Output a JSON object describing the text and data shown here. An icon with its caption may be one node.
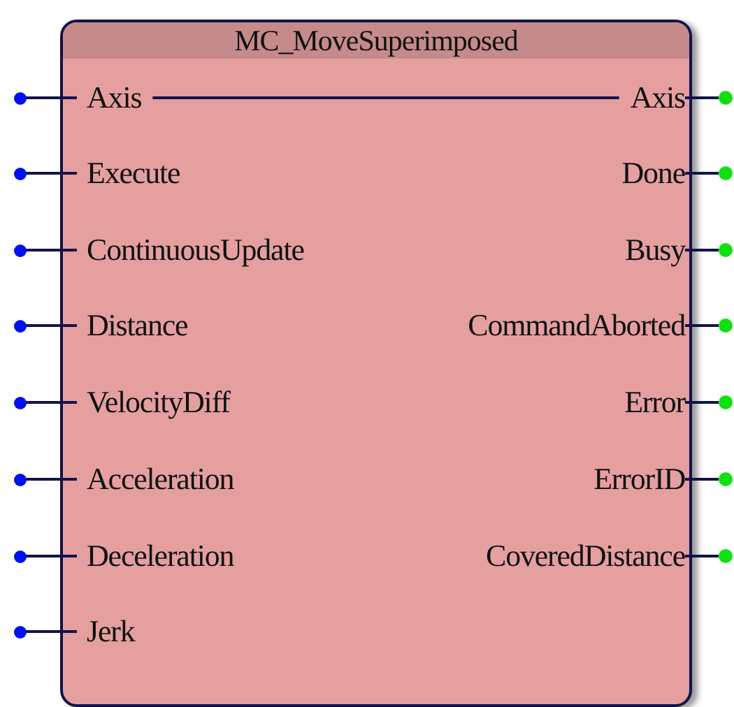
{
  "diagram": {
    "nodes": [
      {
        "text": [
          "MC_MoveSuperimposed"
        ]
      },
      {
        "text": [
          "Axis"
        ],
        "in": 0
      },
      {
        "text": [
          "Execute"
        ],
        "in": 0
      },
      {
        "text": [
          "ContinuousUpdate"
        ],
        "in": 0
      },
      {
        "text": [
          "Distance"
        ],
        "in": 0
      },
      {
        "text": [
          "VelocityDiff"
        ],
        "in": 0
      },
      {
        "text": [
          "Acceleration"
        ],
        "in": 0
      },
      {
        "text": [
          "Deceleration"
        ],
        "in": 0
      },
      {
        "text": [
          "Jerk"
        ],
        "in": 0
      },
      {
        "text": [
          "Axis"
        ],
        "in": 0
      },
      {
        "text": [
          "Done"
        ],
        "in": 0
      },
      {
        "text": [
          "Busy"
        ],
        "in": 0
      },
      {
        "text": [
          "CommandAborted"
        ],
        "in": 0
      },
      {
        "text": [
          "Error"
        ],
        "in": 0
      },
      {
        "text": [
          "ErrorID"
        ],
        "in": 0
      },
      {
        "text": [
          "CoveredDistance"
        ],
        "in": 0
      },
      {
        "text": [],
        "shape": "circle"
      },
      {
        "text": [],
        "shape": "circle"
      },
      {
        "text": [],
        "shape": "circle"
      },
      {
        "text": [],
        "shape": "circle"
      },
      {
        "text": [],
        "shape": "circle"
      },
      {
        "text": [],
        "shape": "circle"
      },
      {
        "text": [],
        "shape": "circle"
      },
      {
        "text": [],
        "shape": "circle"
      },
      {
        "text": [],
        "shape": "circle"
      },
      {
        "text": [],
        "shape": "circle"
      },
      {
        "text": [],
        "shape": "circle"
      },
      {
        "text": [],
        "shape": "circle"
      },
      {
        "text": [],
        "shape": "circle"
      },
      {
        "text": [],
        "shape": "circle"
      },
      {
        "text": [],
        "shape": "circle"
      }
    ],
    "edges": [
      {
        "from": 16,
        "to": 1,
        "arrow": "none"
      },
      {
        "from": 17,
        "to": 2,
        "arrow": "none"
      },
      {
        "from": 18,
        "to": 3,
        "arrow": "none"
      },
      {
        "from": 19,
        "to": 4,
        "arrow": "none"
      },
      {
        "from": 20,
        "to": 5,
        "arrow": "none"
      },
      {
        "from": 21,
        "to": 6,
        "arrow": "none"
      },
      {
        "from": 22,
        "to": 7,
        "arrow": "none"
      },
      {
        "from": 23,
        "to": 8,
        "arrow": "none"
      },
      {
        "from": 9,
        "to": 24,
        "arrow": "none"
      },
      {
        "from": 10,
        "to": 25,
        "arrow": "none"
      },
      {
        "from": 11,
        "to": 26,
        "arrow": "none"
      },
      {
        "from": 12,
        "to": 27,
        "arrow": "none"
      },
      {
        "from": 13,
        "to": 28,
        "arrow": "none"
      },
      {
        "from": 14,
        "to": 29,
        "arrow": "none"
      },
      {
        "from": 15,
        "to": 30,
        "arrow": "none"
      },
      {
        "from": 1,
        "to": 9,
        "arrow": "none"
      }
    ]
  }
}
